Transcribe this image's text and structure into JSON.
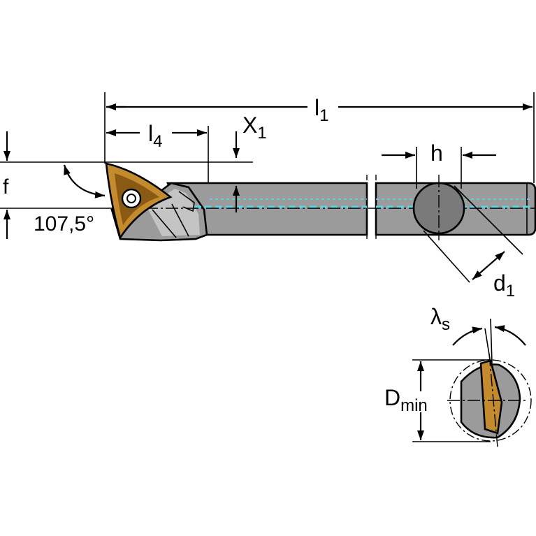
{
  "colors": {
    "body": "#9b9b9b",
    "body_light": "#c4c4c4",
    "body_dark": "#7a7a7a",
    "insert": "#c48a2e",
    "insert_dark": "#8a5a14",
    "coolant": "#5ad6ee",
    "line": "#000000"
  },
  "labels": {
    "l1": {
      "main": "l",
      "sub": "1"
    },
    "l4": {
      "main": "l",
      "sub": "4"
    },
    "x1": {
      "main": "X",
      "sub": "1"
    },
    "h": "h",
    "f": "f",
    "angle": "107,5°",
    "d1": {
      "main": "d",
      "sub": "1"
    },
    "lambda_s": {
      "main": "λ",
      "sub": "s"
    },
    "dmin": {
      "main": "D",
      "sub": "min"
    }
  }
}
